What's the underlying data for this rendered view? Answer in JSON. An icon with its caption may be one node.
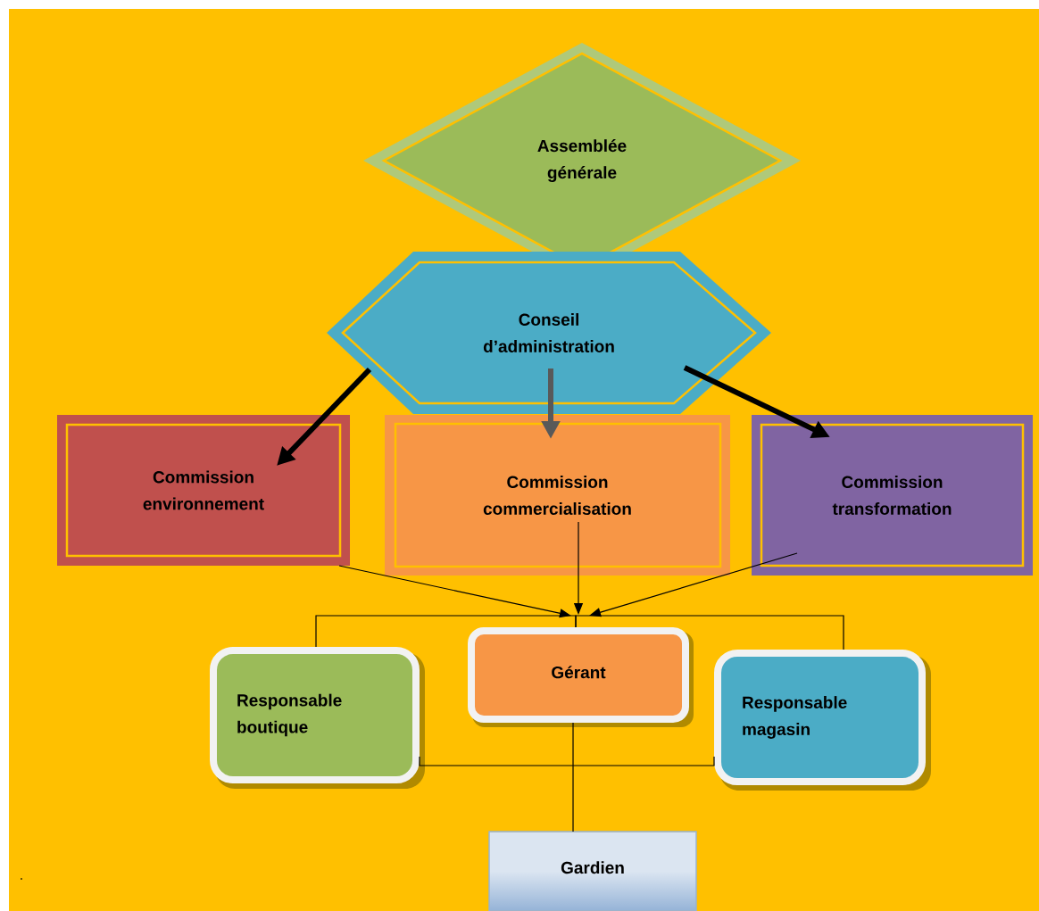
{
  "diagram": {
    "nodes": [
      {
        "text": [
          "Assemblée générale"
        ]
      },
      {
        "text": [
          "Conseil d’administration"
        ]
      },
      {
        "text": [
          "Commission environnement"
        ]
      },
      {
        "text": [
          "Commission commercialisation"
        ]
      },
      {
        "text": [
          "Commission transformation"
        ]
      },
      {
        "text": [
          "Gérant"
        ]
      },
      {
        "text": [
          "Responsable boutique"
        ]
      },
      {
        "text": [
          "Responsable magasin"
        ]
      },
      {
        "text": [
          "Gardien"
        ]
      }
    ],
    "edges": [
      {
        "from": 1,
        "to": 2,
        "arrow": "to",
        "style": "thick"
      },
      {
        "from": 1,
        "to": 3,
        "arrow": "to",
        "style": "thick",
        "color": "#595959"
      },
      {
        "from": 1,
        "to": 4,
        "arrow": "to",
        "style": "thick"
      },
      {
        "from": 2,
        "to": 5,
        "arrow": "to"
      },
      {
        "from": 3,
        "to": 5,
        "arrow": "to"
      },
      {
        "from": 4,
        "to": 5,
        "arrow": "to"
      },
      {
        "from": 5,
        "to": 6,
        "arrow": "none"
      },
      {
        "from": 5,
        "to": 7,
        "arrow": "none"
      },
      {
        "from": 6,
        "to": 7,
        "arrow": "none"
      },
      {
        "from": 5,
        "to": 8,
        "arrow": "none"
      }
    ],
    "labels": [
      "."
    ]
  }
}
